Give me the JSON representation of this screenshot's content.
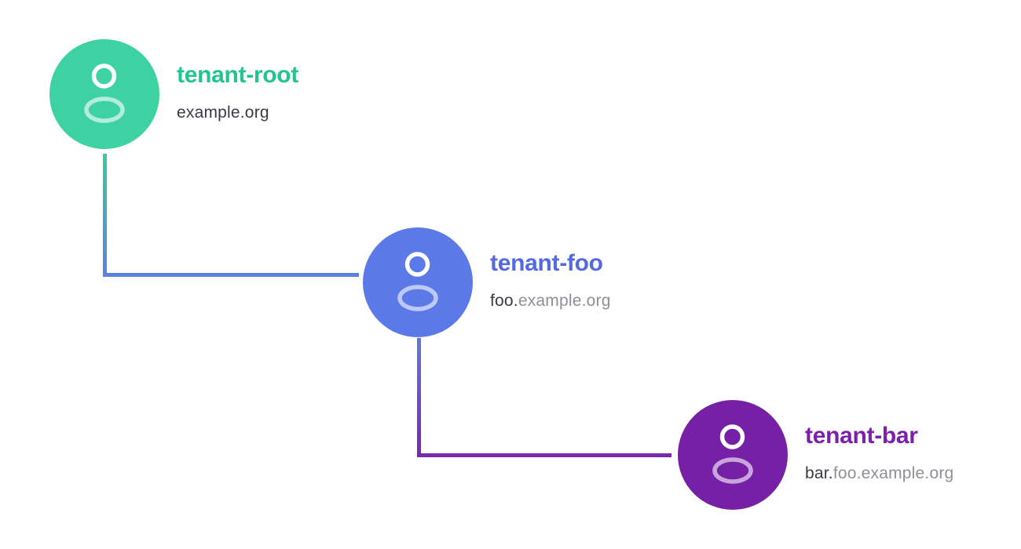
{
  "diagram": {
    "kind": "tenant-hierarchy-tree",
    "background_color": "#ffffff"
  },
  "nodes": [
    {
      "id": "tenant-root",
      "icon": "user-icon",
      "title": "tenant-root",
      "domain_highlight": "example.org",
      "domain_rest": "",
      "circle_color": "#3ed1a2",
      "title_color": "#22c58d"
    },
    {
      "id": "tenant-foo",
      "icon": "user-icon",
      "title": "tenant-foo",
      "domain_highlight": "foo.",
      "domain_rest": "example.org",
      "circle_color": "#5b7ae8",
      "title_color": "#5369e4"
    },
    {
      "id": "tenant-bar",
      "icon": "user-icon",
      "title": "tenant-bar",
      "domain_highlight": "bar.",
      "domain_rest": "foo.example.org",
      "circle_color": "#7621a5",
      "title_color": "#7b20aa"
    }
  ],
  "connectors": [
    {
      "from": "tenant-root",
      "to": "tenant-foo",
      "color_from": "#36cba1",
      "color_to": "#5c82e0"
    },
    {
      "from": "tenant-foo",
      "to": "tenant-bar",
      "color_from": "#6277e2",
      "color_to": "#7a28ad"
    }
  ],
  "text_colors": {
    "domain_dark": "#3a3a42",
    "domain_gray": "#8f8f96"
  }
}
